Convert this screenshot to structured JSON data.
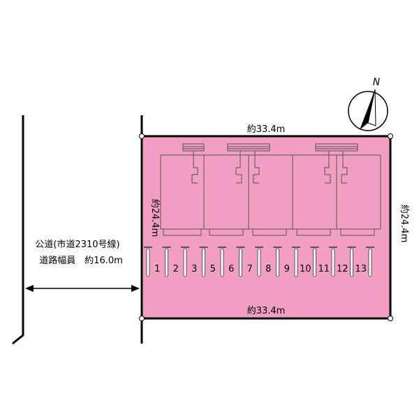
{
  "site": {
    "top_width": "約33.4m",
    "bottom_width": "約33.4m",
    "left_depth": "約24.4m",
    "right_depth": "約24.4m",
    "fill_color": "#f19ec2",
    "border_color": "#000000"
  },
  "road": {
    "line1": "公道(市道2310号線)",
    "line2": "道路幅員　約16.0m"
  },
  "compass": {
    "north_label": "N"
  },
  "parking": {
    "numbers": [
      "1",
      "2",
      "3",
      "5",
      "6",
      "7",
      "8",
      "9",
      "10",
      "11",
      "12",
      "13"
    ]
  }
}
